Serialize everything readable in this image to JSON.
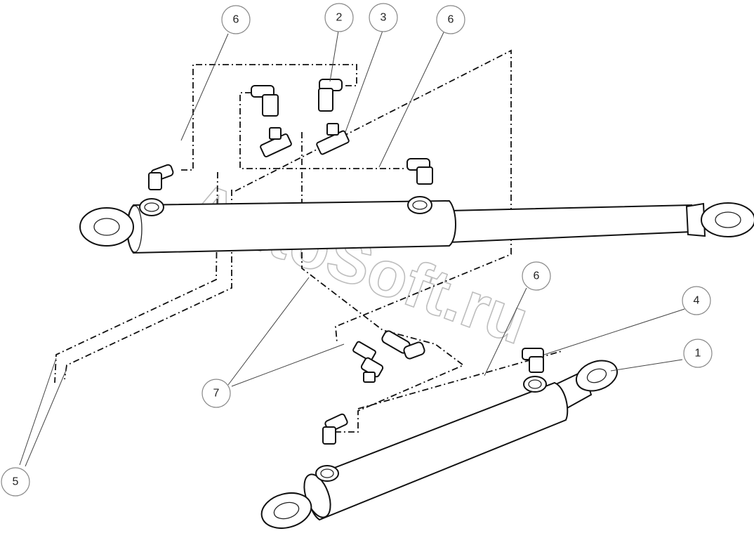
{
  "watermark": "AutoSoft.ru",
  "callouts": [
    {
      "id": "c6a",
      "label": "6"
    },
    {
      "id": "c2",
      "label": "2"
    },
    {
      "id": "c3",
      "label": "3"
    },
    {
      "id": "c6b",
      "label": "6"
    },
    {
      "id": "c6c",
      "label": "6"
    },
    {
      "id": "c4",
      "label": "4"
    },
    {
      "id": "c1",
      "label": "1"
    },
    {
      "id": "c7",
      "label": "7"
    },
    {
      "id": "c5",
      "label": "5"
    }
  ]
}
